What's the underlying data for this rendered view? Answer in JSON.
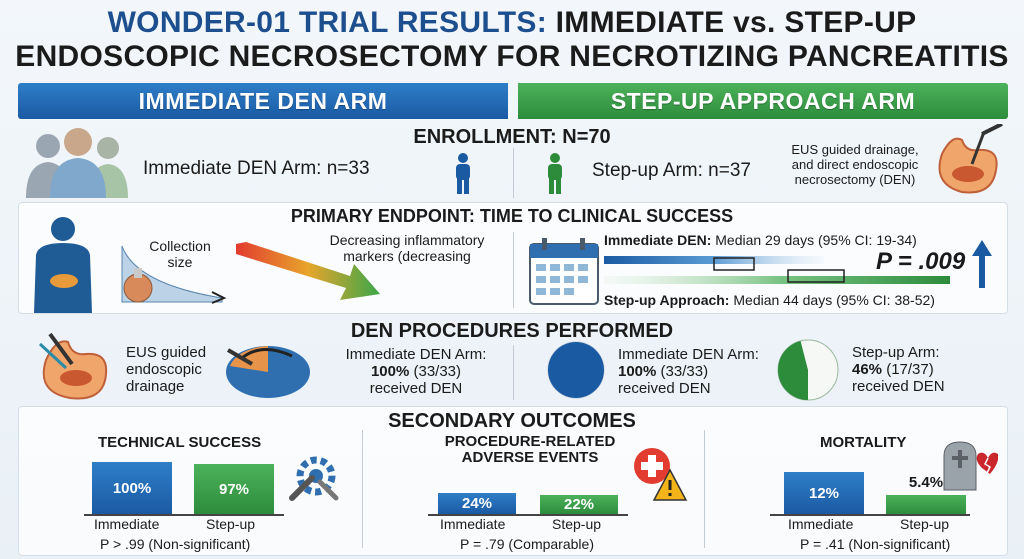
{
  "title": {
    "line1_blue": "WONDER-01 TRIAL RESULTS:",
    "line1_rest": "IMMEDIATE vs. STEP-UP",
    "line2": "ENDOSCOPIC NECROSECTOMY FOR NECROTIZING PANCREATITIS"
  },
  "arms": {
    "left": "IMMEDIATE DEN ARM",
    "right": "STEP-UP APPROACH ARM"
  },
  "colors": {
    "immediate": "#1a5aa3",
    "stepup": "#2d8c3c"
  },
  "enrollment": {
    "title": "ENROLLMENT: N=70",
    "immediate": "Immediate DEN Arm: n=33",
    "stepup": "Step-up Arm: n=37",
    "note": "EUS guided drainage, and direct endoscopic necrosectomy (DEN)"
  },
  "primary": {
    "title": "PRIMARY ENDPOINT: TIME TO CLINICAL SUCCESS",
    "collection": "Collection size",
    "markers": "Decreasing inflammatory markers (decreasing",
    "immediate_label": "Immediate DEN:",
    "immediate_value": " Median 29 days (95% CI: 19-34)",
    "stepup_label": "Step-up Approach:",
    "stepup_value": " Median 44 days (95% CI: 38-52)",
    "p_value": "P = .009"
  },
  "procedures": {
    "title": "DEN PROCEDURES PERFORMED",
    "eus_label": "EUS guided endoscopic drainage",
    "left_arm": "Immediate DEN Arm:",
    "left_pct": "100%",
    "left_count": " (33/33)",
    "left_recv": "received DEN",
    "mid_arm": "Immediate DEN Arm:",
    "mid_pct": "100%",
    "mid_count": " (33/33)",
    "mid_recv": "received DEN",
    "right_arm": "Step-up Arm:",
    "right_pct": "46%",
    "right_count": " (17/37)",
    "right_recv": "received DEN",
    "mid_fraction": 1.0,
    "right_fraction": 0.46
  },
  "secondary": {
    "title": "SECONDARY OUTCOMES",
    "technical": {
      "title": "TECHNICAL SUCCESS",
      "imm_value": "100%",
      "step_value": "97%",
      "imm_label": "Immediate",
      "step_label": "Step-up",
      "p_text": "P > .99 (Non-significant)"
    },
    "adverse": {
      "title_l1": "PROCEDURE-RELATED",
      "title_l2": "ADVERSE EVENTS",
      "imm_value": "24%",
      "step_value": "22%",
      "imm_label": "Immediate",
      "step_label": "Step-up",
      "p_text": "P = .79 (Comparable)"
    },
    "mortality": {
      "title": "MORTALITY",
      "imm_value": "12%",
      "step_value": "5.4%",
      "imm_label": "Immediate",
      "step_label": "Step-up",
      "p_text": "P = .41 (Non-significant)"
    }
  }
}
